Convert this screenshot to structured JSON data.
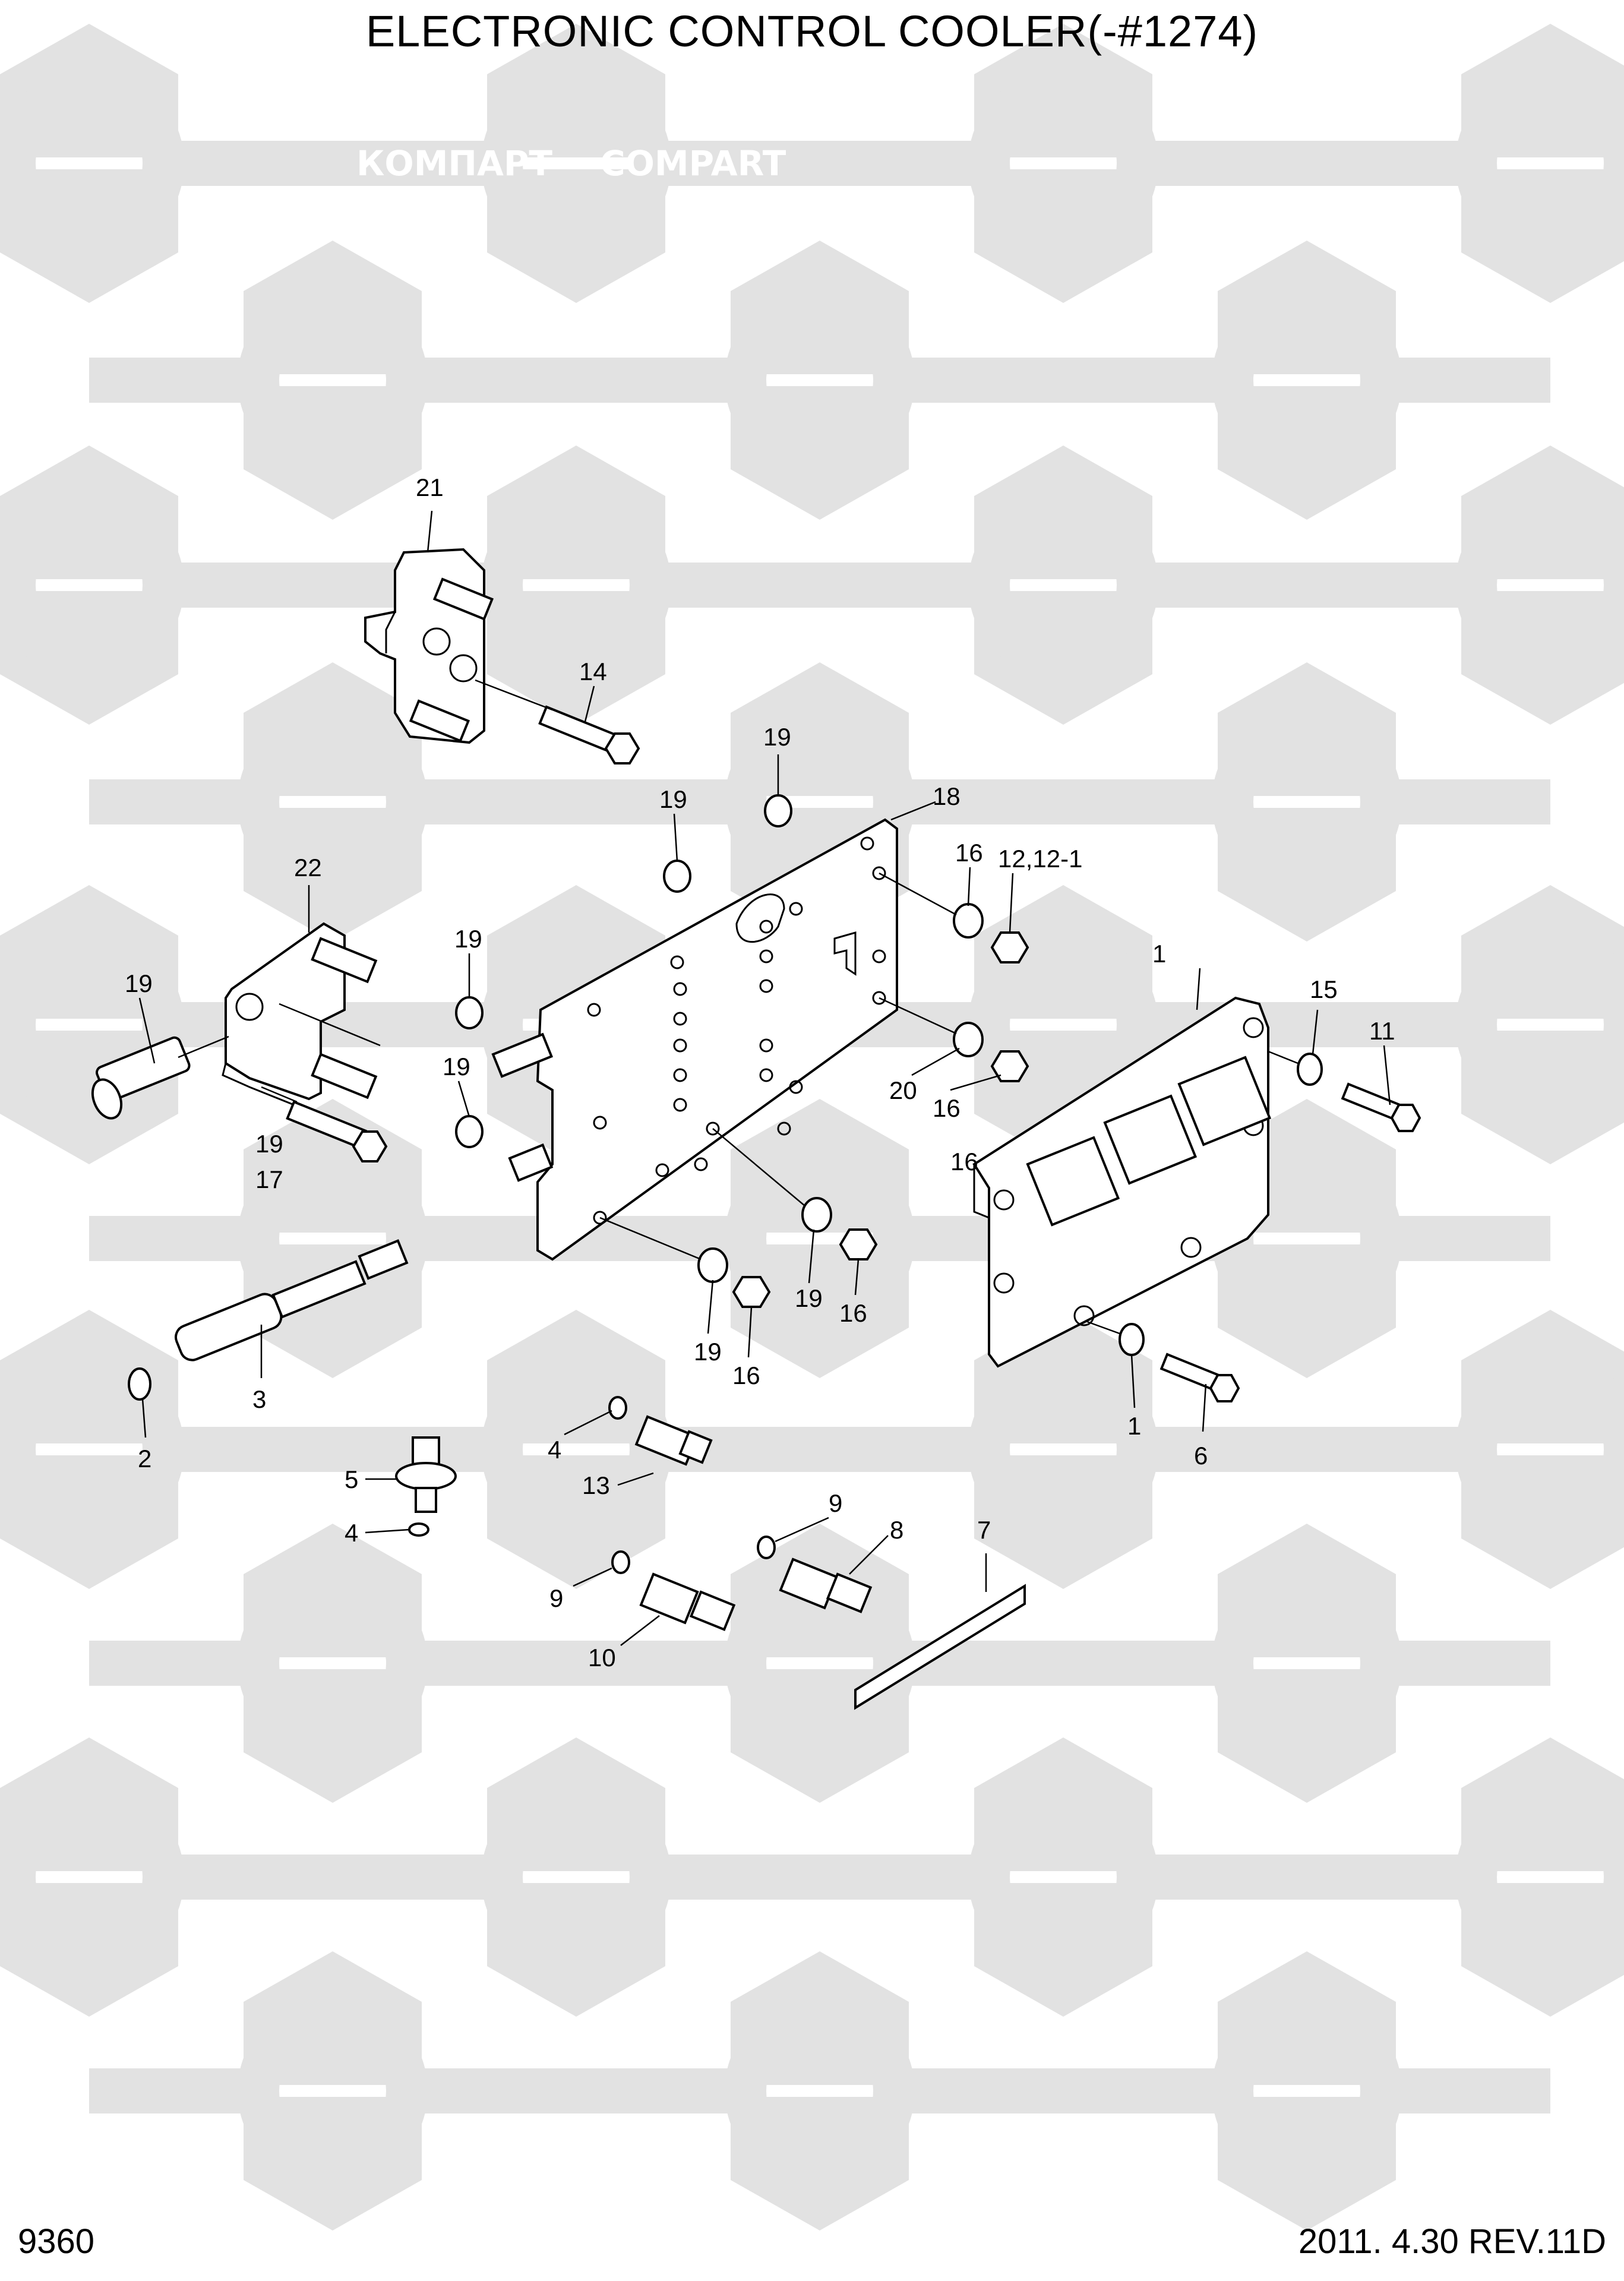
{
  "title": "ELECTRONIC CONTROL COOLER(-#1274)",
  "footer": {
    "page_number": "9360",
    "date_revision": "2011. 4.30  REV.11D"
  },
  "watermark": {
    "left_text": "КОМПАРТ",
    "right_text": "COMPART"
  },
  "callouts": [
    "21",
    "14",
    "19",
    "19",
    "18",
    "22",
    "19",
    "16",
    "12,12-1",
    "1",
    "15",
    "11",
    "19",
    "19",
    "20",
    "16",
    "17",
    "19",
    "16",
    "19",
    "16",
    "19",
    "16",
    "3",
    "2",
    "4",
    "13",
    "5",
    "4",
    "1",
    "6",
    "9",
    "8",
    "7",
    "9",
    "10"
  ],
  "colors": {
    "line": "#000000",
    "watermark": "#e2e2e2",
    "background": "#ffffff"
  }
}
